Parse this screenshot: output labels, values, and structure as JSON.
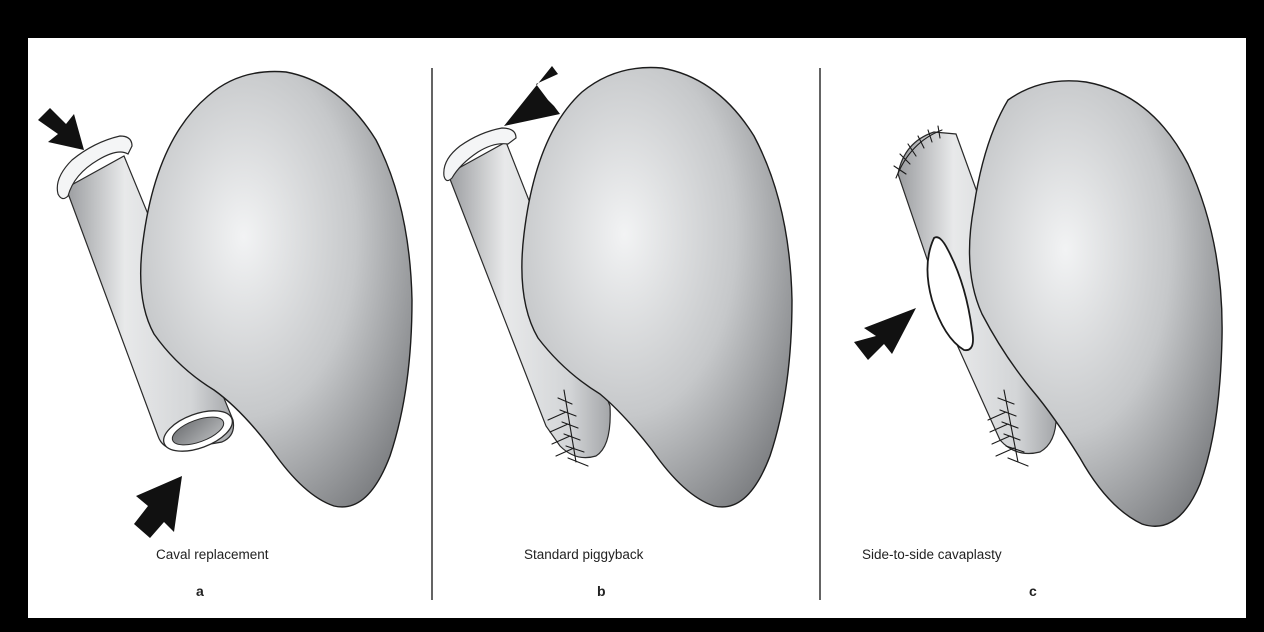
{
  "panels": [
    {
      "id": "a",
      "letter": "a",
      "caption": "Caval replacement"
    },
    {
      "id": "b",
      "letter": "b",
      "caption": "Standard piggyback"
    },
    {
      "id": "c",
      "letter": "c",
      "caption": "Side-to-side cavaplasty"
    }
  ],
  "colors": {
    "frame": "#000000",
    "background": "#ffffff",
    "organ_light": "#f2f3f4",
    "organ_dark": "#7d7f82",
    "outline": "#1c1c1c",
    "arrow": "#111111"
  }
}
